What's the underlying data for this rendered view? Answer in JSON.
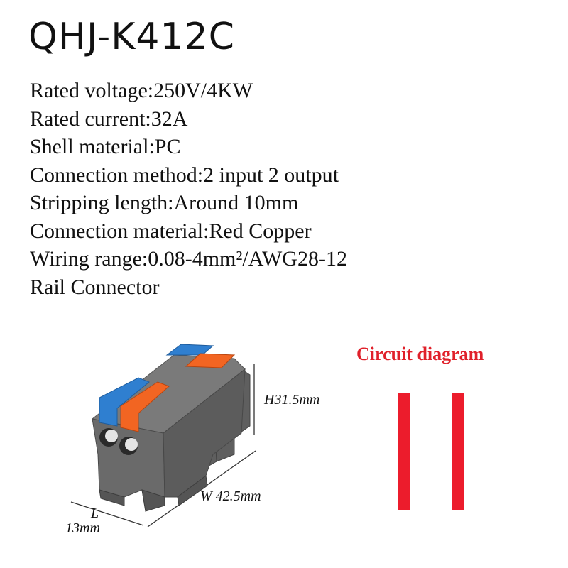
{
  "title": "QHJ-K412C",
  "specs": [
    "Rated voltage:250V/4KW",
    "Rated current:32A",
    "Shell material:PC",
    "Connection method:2 input 2 output",
    "Stripping length:Around 10mm",
    "Connection material:Red Copper",
    "Wiring range:0.08-4mm²/AWG28-12",
    "Rail Connector"
  ],
  "dimensions": {
    "height": "H31.5mm",
    "width": "W 42.5mm",
    "length_label": "L",
    "length_value": "13mm"
  },
  "circuit": {
    "title": "Circuit diagram",
    "bar_color": "#ec1c2c"
  },
  "colors": {
    "housing": "#6e6e6e",
    "lever_blue": "#2f7fd0",
    "lever_orange": "#f26522"
  }
}
